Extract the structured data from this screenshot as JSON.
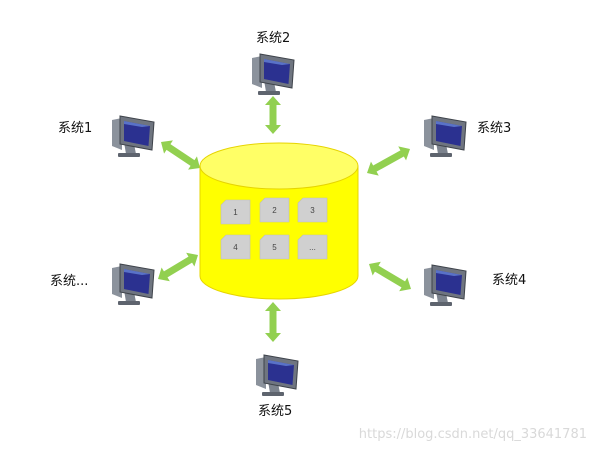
{
  "colors": {
    "cylinder_body": "#ffff00",
    "cylinder_top": "#ffff66",
    "cylinder_stroke": "#e6d400",
    "card_fill": "#d0d0d0",
    "arrow": "#92d050",
    "monitor_frame": "#6f7580",
    "monitor_screen": "#2b3190"
  },
  "icons": {
    "computer": "computer-monitor-icon",
    "arrow": "double-arrow-icon",
    "database": "database-cylinder-icon",
    "card": "data-card-icon"
  },
  "database": {
    "cards": [
      "1",
      "2",
      "3",
      "4",
      "5",
      "..."
    ]
  },
  "systems": [
    {
      "id": "system-2",
      "label": "系统2"
    },
    {
      "id": "system-1",
      "label": "系统1"
    },
    {
      "id": "system-3",
      "label": "系统3"
    },
    {
      "id": "system-more",
      "label": "系统..."
    },
    {
      "id": "system-4",
      "label": "系统4"
    },
    {
      "id": "system-5",
      "label": "系统5"
    }
  ],
  "watermark": "https://blog.csdn.net/qq_33641781"
}
